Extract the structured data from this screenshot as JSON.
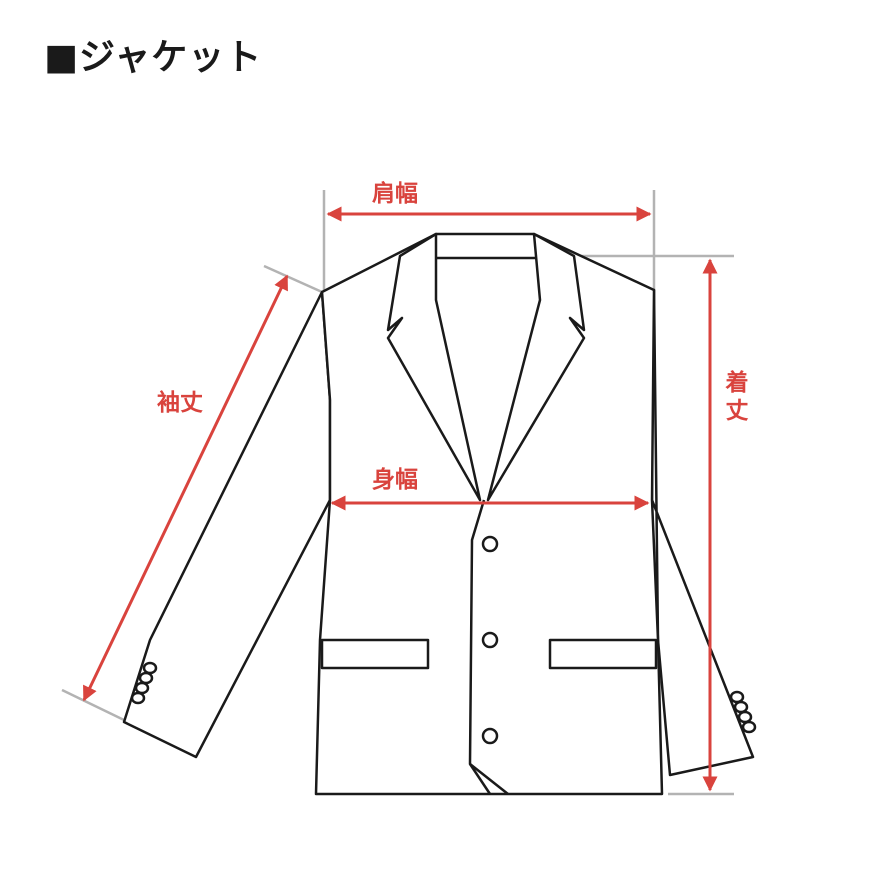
{
  "title": "■ジャケット",
  "measurements": {
    "shoulder_width": "肩幅",
    "body_width": "身幅",
    "sleeve_length": "袖丈",
    "total_length_top": "着",
    "total_length_bottom": "丈"
  },
  "colors": {
    "dimension_red": "#d9433d",
    "extension_gray": "#b3b3b3",
    "outline": "#1a1a1a"
  }
}
